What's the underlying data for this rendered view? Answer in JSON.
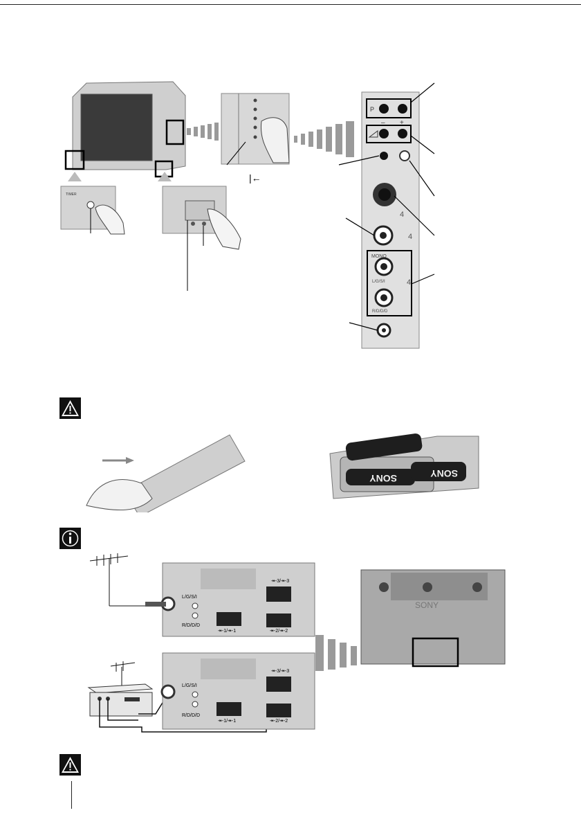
{
  "top_panel": {
    "prog_symbol": "P",
    "minus_label": "–",
    "plus_label": "+",
    "av_input_number": "4",
    "av_input_number2": "4",
    "av_input_number3": "4",
    "mono_label": "MONO",
    "left_audio_label": "L/G/S/I",
    "right_audio_label": "R/D/D/D"
  },
  "remote_section": {
    "battery_brand": "SONY",
    "battery_brand_2": "SONY"
  },
  "connection_section": {
    "audio_left_label": "L/G/S/I",
    "audio_right_label": "R/D/D/D",
    "audio_left_label_2": "L/G/S/I",
    "audio_right_label_2": "R/D/D/D",
    "scart3_label": "↠-3/↠-3",
    "scart1_label": "↠-1/↠-1",
    "scart2_label": "↠-2/↠-2",
    "scart3_label_b": "↠-3/↠-3",
    "scart1_label_b": "↠-1/↠-1",
    "scart2_label_b": "↠-2/↠-2",
    "tv_back_brand": "SONY"
  }
}
